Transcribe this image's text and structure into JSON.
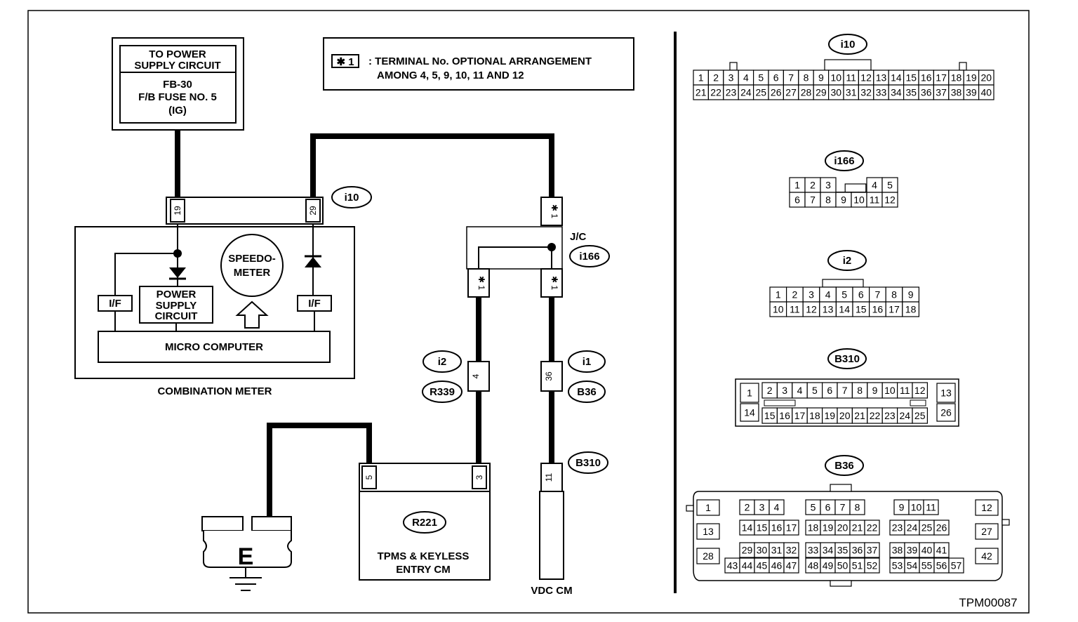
{
  "power_box": {
    "line1": "TO POWER",
    "line2": "SUPPLY CIRCUIT",
    "line3": "FB-30",
    "line4": "F/B FUSE NO. 5",
    "line5": "(IG)"
  },
  "note": {
    "symbol": "✱ 1",
    "line1": ": TERMINAL No. OPTIONAL ARRANGEMENT",
    "line2": "AMONG 4, 5, 9, 10, 11 AND 12"
  },
  "meter": {
    "pin_19": "19",
    "pin_29": "29",
    "connector": "i10",
    "if_left": "I/F",
    "if_right": "I/F",
    "psc1": "POWER",
    "psc2": "SUPPLY",
    "psc3": "CIRCUIT",
    "speedo1": "SPEEDO-",
    "speedo2": "METER",
    "micro": "MICRO COMPUTER",
    "title": "COMBINATION METER"
  },
  "jc": {
    "label": "J/C",
    "connector": "i166",
    "pin_top": "✱ 1",
    "pin_left": "✱ 1",
    "pin_right": "✱ 1"
  },
  "i2_conn": {
    "label": "i2",
    "sub": "R339",
    "pin": "4"
  },
  "i1_conn": {
    "label": "i1",
    "sub": "B36",
    "pin": "36"
  },
  "b310_conn": {
    "label": "B310",
    "pin": "11"
  },
  "tpms": {
    "connector": "R221",
    "pin_5": "5",
    "pin_3": "3",
    "line1": "TPMS & KEYLESS",
    "line2": "ENTRY CM"
  },
  "ground": {
    "label": "E"
  },
  "vdc": {
    "label": "VDC CM"
  },
  "figure_code": "TPM00087",
  "connectors": {
    "i10": {
      "label": "i10",
      "row1": [
        "1",
        "2",
        "3",
        "4",
        "5",
        "6",
        "7",
        "8",
        "9",
        "10",
        "11",
        "12",
        "13",
        "14",
        "15",
        "16",
        "17",
        "18",
        "19",
        "20"
      ],
      "row2": [
        "21",
        "22",
        "23",
        "24",
        "25",
        "26",
        "27",
        "28",
        "29",
        "30",
        "31",
        "32",
        "33",
        "34",
        "35",
        "36",
        "37",
        "38",
        "39",
        "40"
      ]
    },
    "i166": {
      "label": "i166",
      "row1": [
        "1",
        "2",
        "3",
        "",
        "4",
        "5"
      ],
      "row2": [
        "6",
        "7",
        "8",
        "9",
        "10",
        "11",
        "12"
      ]
    },
    "i2": {
      "label": "i2",
      "row1": [
        "1",
        "2",
        "3",
        "4",
        "5",
        "6",
        "7",
        "8",
        "9"
      ],
      "row2": [
        "10",
        "11",
        "12",
        "13",
        "14",
        "15",
        "16",
        "17",
        "18"
      ]
    },
    "B310": {
      "label": "B310",
      "left_top": "1",
      "left_bottom": "14",
      "right_top": "13",
      "right_bottom": "26",
      "row1": [
        "2",
        "3",
        "4",
        "5",
        "6",
        "7",
        "8",
        "9",
        "10",
        "11",
        "12"
      ],
      "row2": [
        "15",
        "16",
        "17",
        "18",
        "19",
        "20",
        "21",
        "22",
        "23",
        "24",
        "25"
      ]
    },
    "B36": {
      "label": "B36",
      "side_left": [
        "1",
        "13",
        "28"
      ],
      "side_right": [
        "12",
        "27",
        "42"
      ],
      "g1r1": [
        "2",
        "3",
        "4"
      ],
      "g2r1": [
        "5",
        "6",
        "7",
        "8"
      ],
      "g3r1": [
        "9",
        "10",
        "11"
      ],
      "g1r2": [
        "14",
        "15",
        "16",
        "17"
      ],
      "g2r2": [
        "18",
        "19",
        "20",
        "21",
        "22"
      ],
      "g3r2": [
        "23",
        "24",
        "25",
        "26"
      ],
      "g1r3": [
        "29",
        "30",
        "31",
        "32"
      ],
      "g2r3": [
        "33",
        "34",
        "35",
        "36",
        "37"
      ],
      "g3r3": [
        "38",
        "39",
        "40",
        "41"
      ],
      "g1r4": [
        "43",
        "44",
        "45",
        "46",
        "47"
      ],
      "g2r4": [
        "48",
        "49",
        "50",
        "51",
        "52"
      ],
      "g3r4": [
        "53",
        "54",
        "55",
        "56",
        "57"
      ]
    }
  }
}
